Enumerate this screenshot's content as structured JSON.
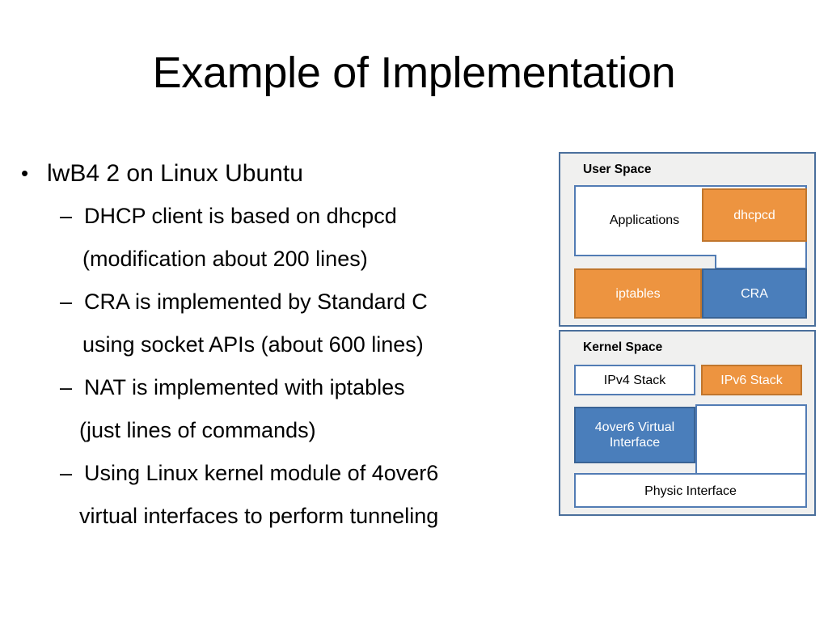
{
  "slide": {
    "title": "Example of Implementation"
  },
  "body": {
    "bullets": [
      {
        "level": 1,
        "marker": "•",
        "text": "lwB4 2 on Linux Ubuntu"
      },
      {
        "level": 2,
        "marker": "–",
        "text": "DHCP client is based on dhcpcd"
      },
      {
        "level": 2,
        "marker": "",
        "text": "(modification about 200 lines)"
      },
      {
        "level": 2,
        "marker": "–",
        "text": "CRA is implemented by Standard C"
      },
      {
        "level": 2,
        "marker": "",
        "text": "using socket APIs (about 600 lines)"
      },
      {
        "level": 2,
        "marker": "–",
        "text": "NAT is implemented with iptables"
      },
      {
        "level": 2,
        "marker": "",
        "text": "(just lines of commands)"
      },
      {
        "level": 2,
        "marker": "–",
        "text": "Using Linux kernel module of 4over6"
      },
      {
        "level": 2,
        "marker": "",
        "text": "virtual interfaces to perform tunneling"
      }
    ]
  },
  "diagram": {
    "user_space": {
      "label": "User Space",
      "nodes": {
        "applications": "Applications",
        "dhcpcd": "dhcpcd",
        "iptables": "iptables",
        "cra": "CRA"
      }
    },
    "kernel_space": {
      "label": "Kernel Space",
      "nodes": {
        "ipv4_stack": "IPv4 Stack",
        "ipv6_stack": "IPv6 Stack",
        "fourover6_line1": "4over6 Virtual",
        "fourover6_line2": "Interface",
        "physic_interface": "Physic Interface"
      }
    },
    "colors": {
      "panel_fill": "#f0f0ef",
      "panel_border": "#4a6f9c",
      "orange_fill": "#ed9440",
      "orange_border": "#c0762d",
      "blue_fill": "#4a7ebb",
      "blue_border": "#3a6394",
      "white_fill": "#ffffff",
      "white_border": "#527cb4"
    }
  }
}
